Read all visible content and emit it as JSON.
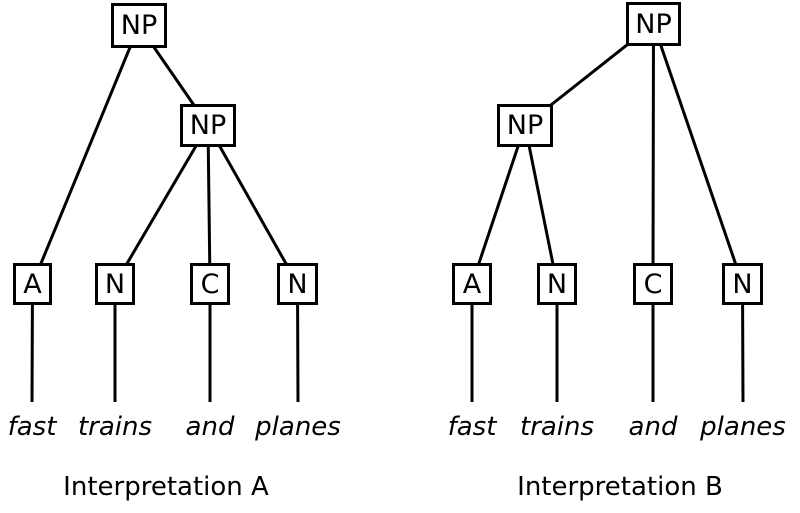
{
  "colors": {
    "stroke": "#000000",
    "background": "#ffffff",
    "box_fill": "#ffffff"
  },
  "stroke_width": 3,
  "sentence": "fast trains and planes",
  "trees": [
    {
      "id": "a",
      "caption": "Interpretation A",
      "labels": {
        "root": "NP",
        "sub": "NP",
        "leaves": [
          "A",
          "N",
          "C",
          "N"
        ]
      },
      "words": [
        "fast",
        "trains",
        "and",
        "planes"
      ],
      "edges": [
        [
          "root",
          "leaf0"
        ],
        [
          "root",
          "sub"
        ],
        [
          "sub",
          "leaf1"
        ],
        [
          "sub",
          "leaf2"
        ],
        [
          "sub",
          "leaf3"
        ],
        [
          "leaf0",
          "word0"
        ],
        [
          "leaf1",
          "word1"
        ],
        [
          "leaf2",
          "word2"
        ],
        [
          "leaf3",
          "word3"
        ]
      ]
    },
    {
      "id": "b",
      "caption": "Interpretation B",
      "labels": {
        "root": "NP",
        "sub": "NP",
        "leaves": [
          "A",
          "N",
          "C",
          "N"
        ]
      },
      "words": [
        "fast",
        "trains",
        "and",
        "planes"
      ],
      "edges": [
        [
          "root",
          "sub"
        ],
        [
          "root",
          "leaf2"
        ],
        [
          "root",
          "leaf3"
        ],
        [
          "sub",
          "leaf0"
        ],
        [
          "sub",
          "leaf1"
        ],
        [
          "leaf0",
          "word0"
        ],
        [
          "leaf1",
          "word1"
        ],
        [
          "leaf2",
          "word2"
        ],
        [
          "leaf3",
          "word3"
        ]
      ]
    }
  ]
}
